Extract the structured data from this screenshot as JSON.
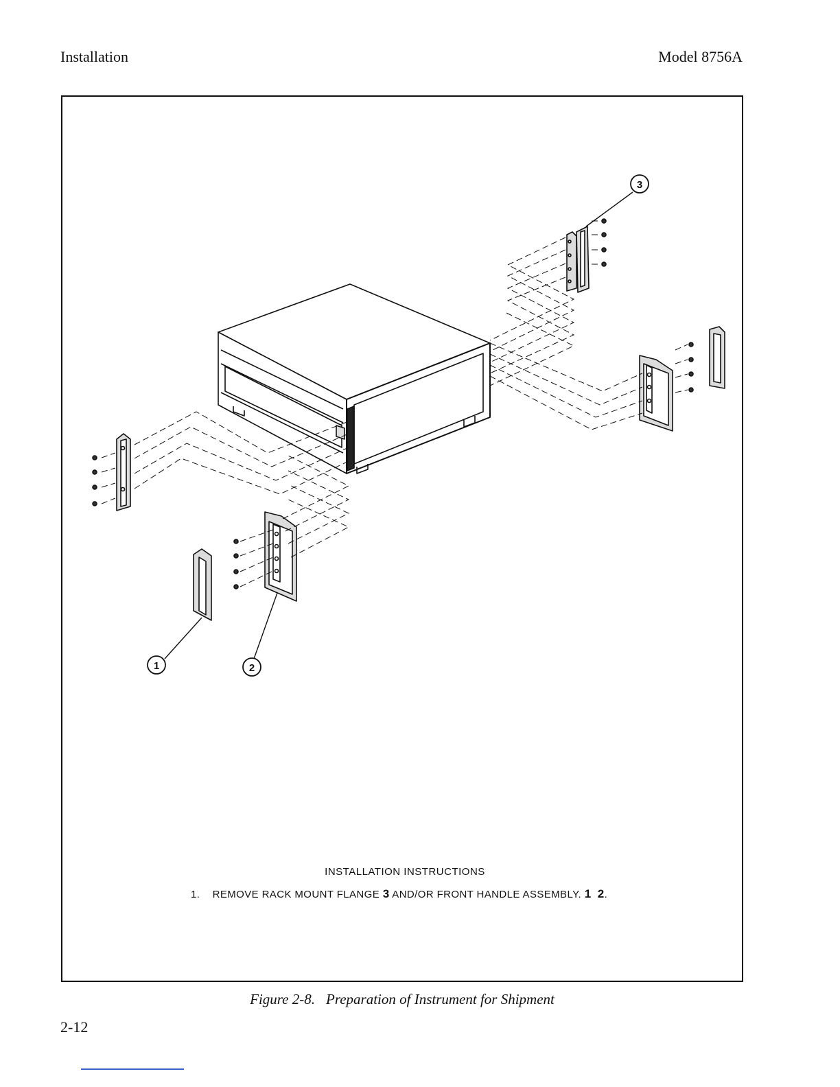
{
  "header": {
    "section": "Installation",
    "model": "Model 8756A"
  },
  "figure": {
    "callouts": [
      "1",
      "2",
      "3"
    ],
    "instructions_title": "INSTALLATION INSTRUCTIONS",
    "step": {
      "number": "1.",
      "text_a": "REMOVE RACK MOUNT FLANGE ",
      "ref_a": "3",
      "text_b": " AND/OR FRONT HANDLE ASSEMBLY. ",
      "ref_b": "1",
      "ref_c": "2",
      "end": "."
    },
    "caption_label": "Figure 2-8.",
    "caption_text": "Preparation of Instrument for Shipment"
  },
  "footer": {
    "page_number": "2-12"
  },
  "colors": {
    "ink": "#111111",
    "footer_rule": "#3a5fcd"
  }
}
